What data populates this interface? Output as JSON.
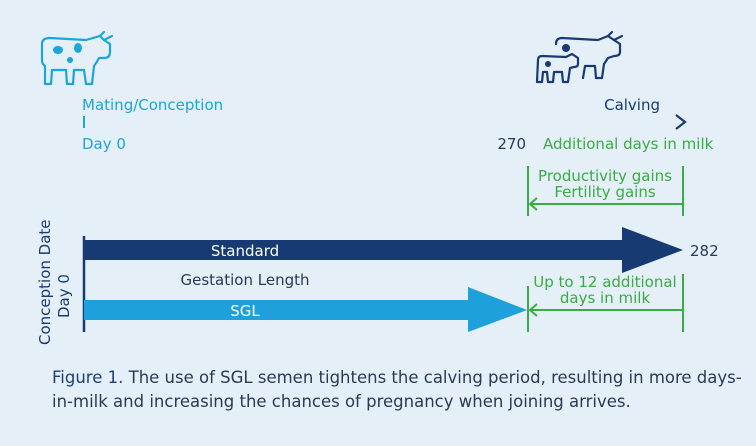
{
  "top_timeline": {
    "start_label": "Mating/Conception",
    "end_label": "Calving",
    "day0_label": "Day 0",
    "day270_label": "270",
    "additional_label": "Additional days in milk",
    "gains_line1": "Productivity gains",
    "gains_line2": "Fertility gains"
  },
  "bars": {
    "axis_label_line1": "Conception Date",
    "axis_label_line2": "Day 0",
    "standard_label": "Standard",
    "standard_end": "282",
    "gestation_label": "Gestation Length",
    "sgl_label": "SGL",
    "sgl_note_line1": "Up to 12 additional",
    "sgl_note_line2": "days in milk"
  },
  "caption": {
    "lead": "Figure 1.",
    "body": " The use of SGL semen tightens the calving period, resulting in more days-in-milk and increasing the chances of pregnancy when joining arrives."
  },
  "colors": {
    "background": "#e4eff8",
    "teal": "#1aa6d9",
    "navy": "#173a72",
    "blue": "#1ea0db",
    "green": "#3aac43"
  },
  "icons": [
    "cow-icon",
    "cow-with-calf-icon"
  ]
}
